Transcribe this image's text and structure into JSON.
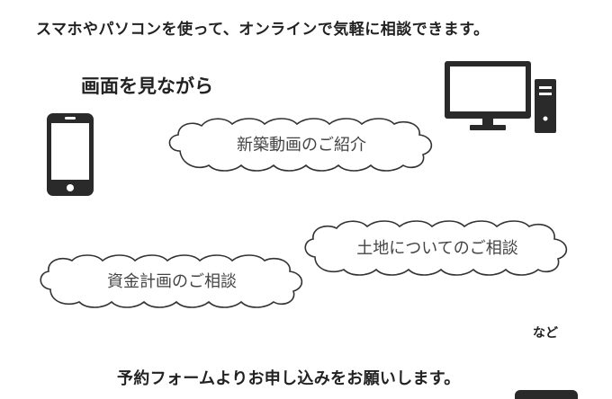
{
  "headline": "スマホやパソコンを使って、オンラインで気軽に相談できます。",
  "subheading": "画面を見ながら",
  "bubbles": {
    "new_build_video": "新築動画のご紹介",
    "land": "土地についてのご相談",
    "finance": "資金計画のご相談"
  },
  "etc": "など",
  "footer": "予約フォームよりお申し込みをお願いします。",
  "icons": {
    "smartphone": "smartphone-icon",
    "desktop": "desktop-computer-icon"
  },
  "colors": {
    "text": "#222222",
    "bubble_text": "#444444",
    "icon": "#2a2a2a"
  }
}
